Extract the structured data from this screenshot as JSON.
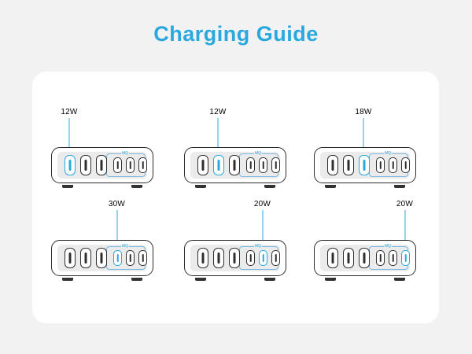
{
  "title": "Charging Guide",
  "fast_label": "MQ",
  "colors": {
    "accent": "#29a8df",
    "outline": "#2b2b2b",
    "face": "#ebebeb",
    "background": "#f2f2f2",
    "panel": "#ffffff"
  },
  "chargers": [
    {
      "wattage": "12W",
      "active_port": 1
    },
    {
      "wattage": "12W",
      "active_port": 2
    },
    {
      "wattage": "18W",
      "active_port": 3
    },
    {
      "wattage": "30W",
      "active_port": 4
    },
    {
      "wattage": "20W",
      "active_port": 5
    },
    {
      "wattage": "20W",
      "active_port": 6
    }
  ]
}
